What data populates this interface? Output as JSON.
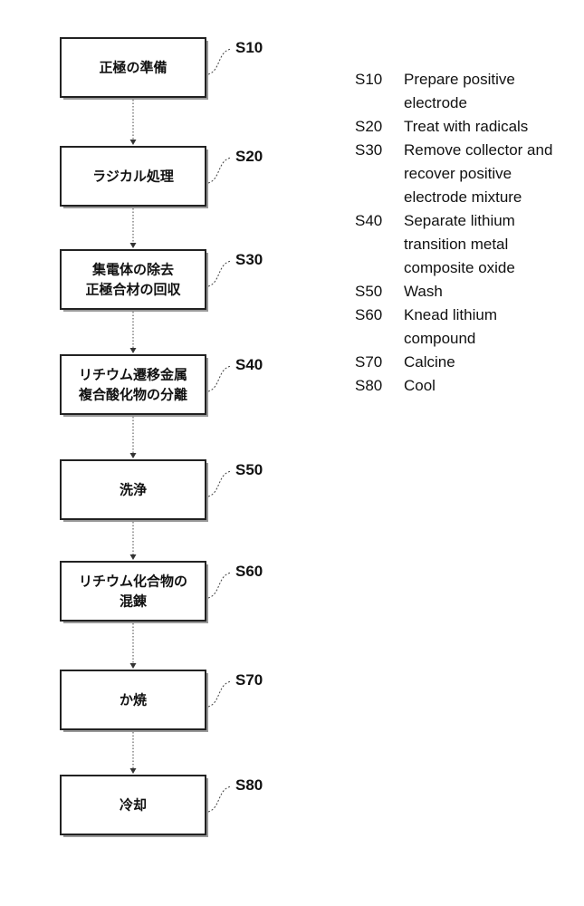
{
  "flowchart": {
    "steps": [
      {
        "id": "S10",
        "lines": [
          "正極の準備"
        ]
      },
      {
        "id": "S20",
        "lines": [
          "ラジカル処理"
        ]
      },
      {
        "id": "S30",
        "lines": [
          "集電体の除去",
          "正極合材の回収"
        ]
      },
      {
        "id": "S40",
        "lines": [
          "リチウム遷移金属",
          "複合酸化物の分離"
        ]
      },
      {
        "id": "S50",
        "lines": [
          "洗浄"
        ]
      },
      {
        "id": "S60",
        "lines": [
          "リチウム化合物の",
          "混錬"
        ]
      },
      {
        "id": "S70",
        "lines": [
          "か焼"
        ]
      },
      {
        "id": "S80",
        "lines": [
          "冷却"
        ]
      }
    ]
  },
  "legend": {
    "items": [
      {
        "id": "S10",
        "text": "Prepare positive electrode"
      },
      {
        "id": "S20",
        "text": "Treat with radicals"
      },
      {
        "id": "S30",
        "text": "Remove collector and recover positive electrode mixture"
      },
      {
        "id": "S40",
        "text": "Separate lithium transition metal composite oxide"
      },
      {
        "id": "S50",
        "text": "Wash"
      },
      {
        "id": "S60",
        "text": "Knead lithium compound"
      },
      {
        "id": "S70",
        "text": "Calcine"
      },
      {
        "id": "S80",
        "text": "Cool"
      }
    ]
  }
}
